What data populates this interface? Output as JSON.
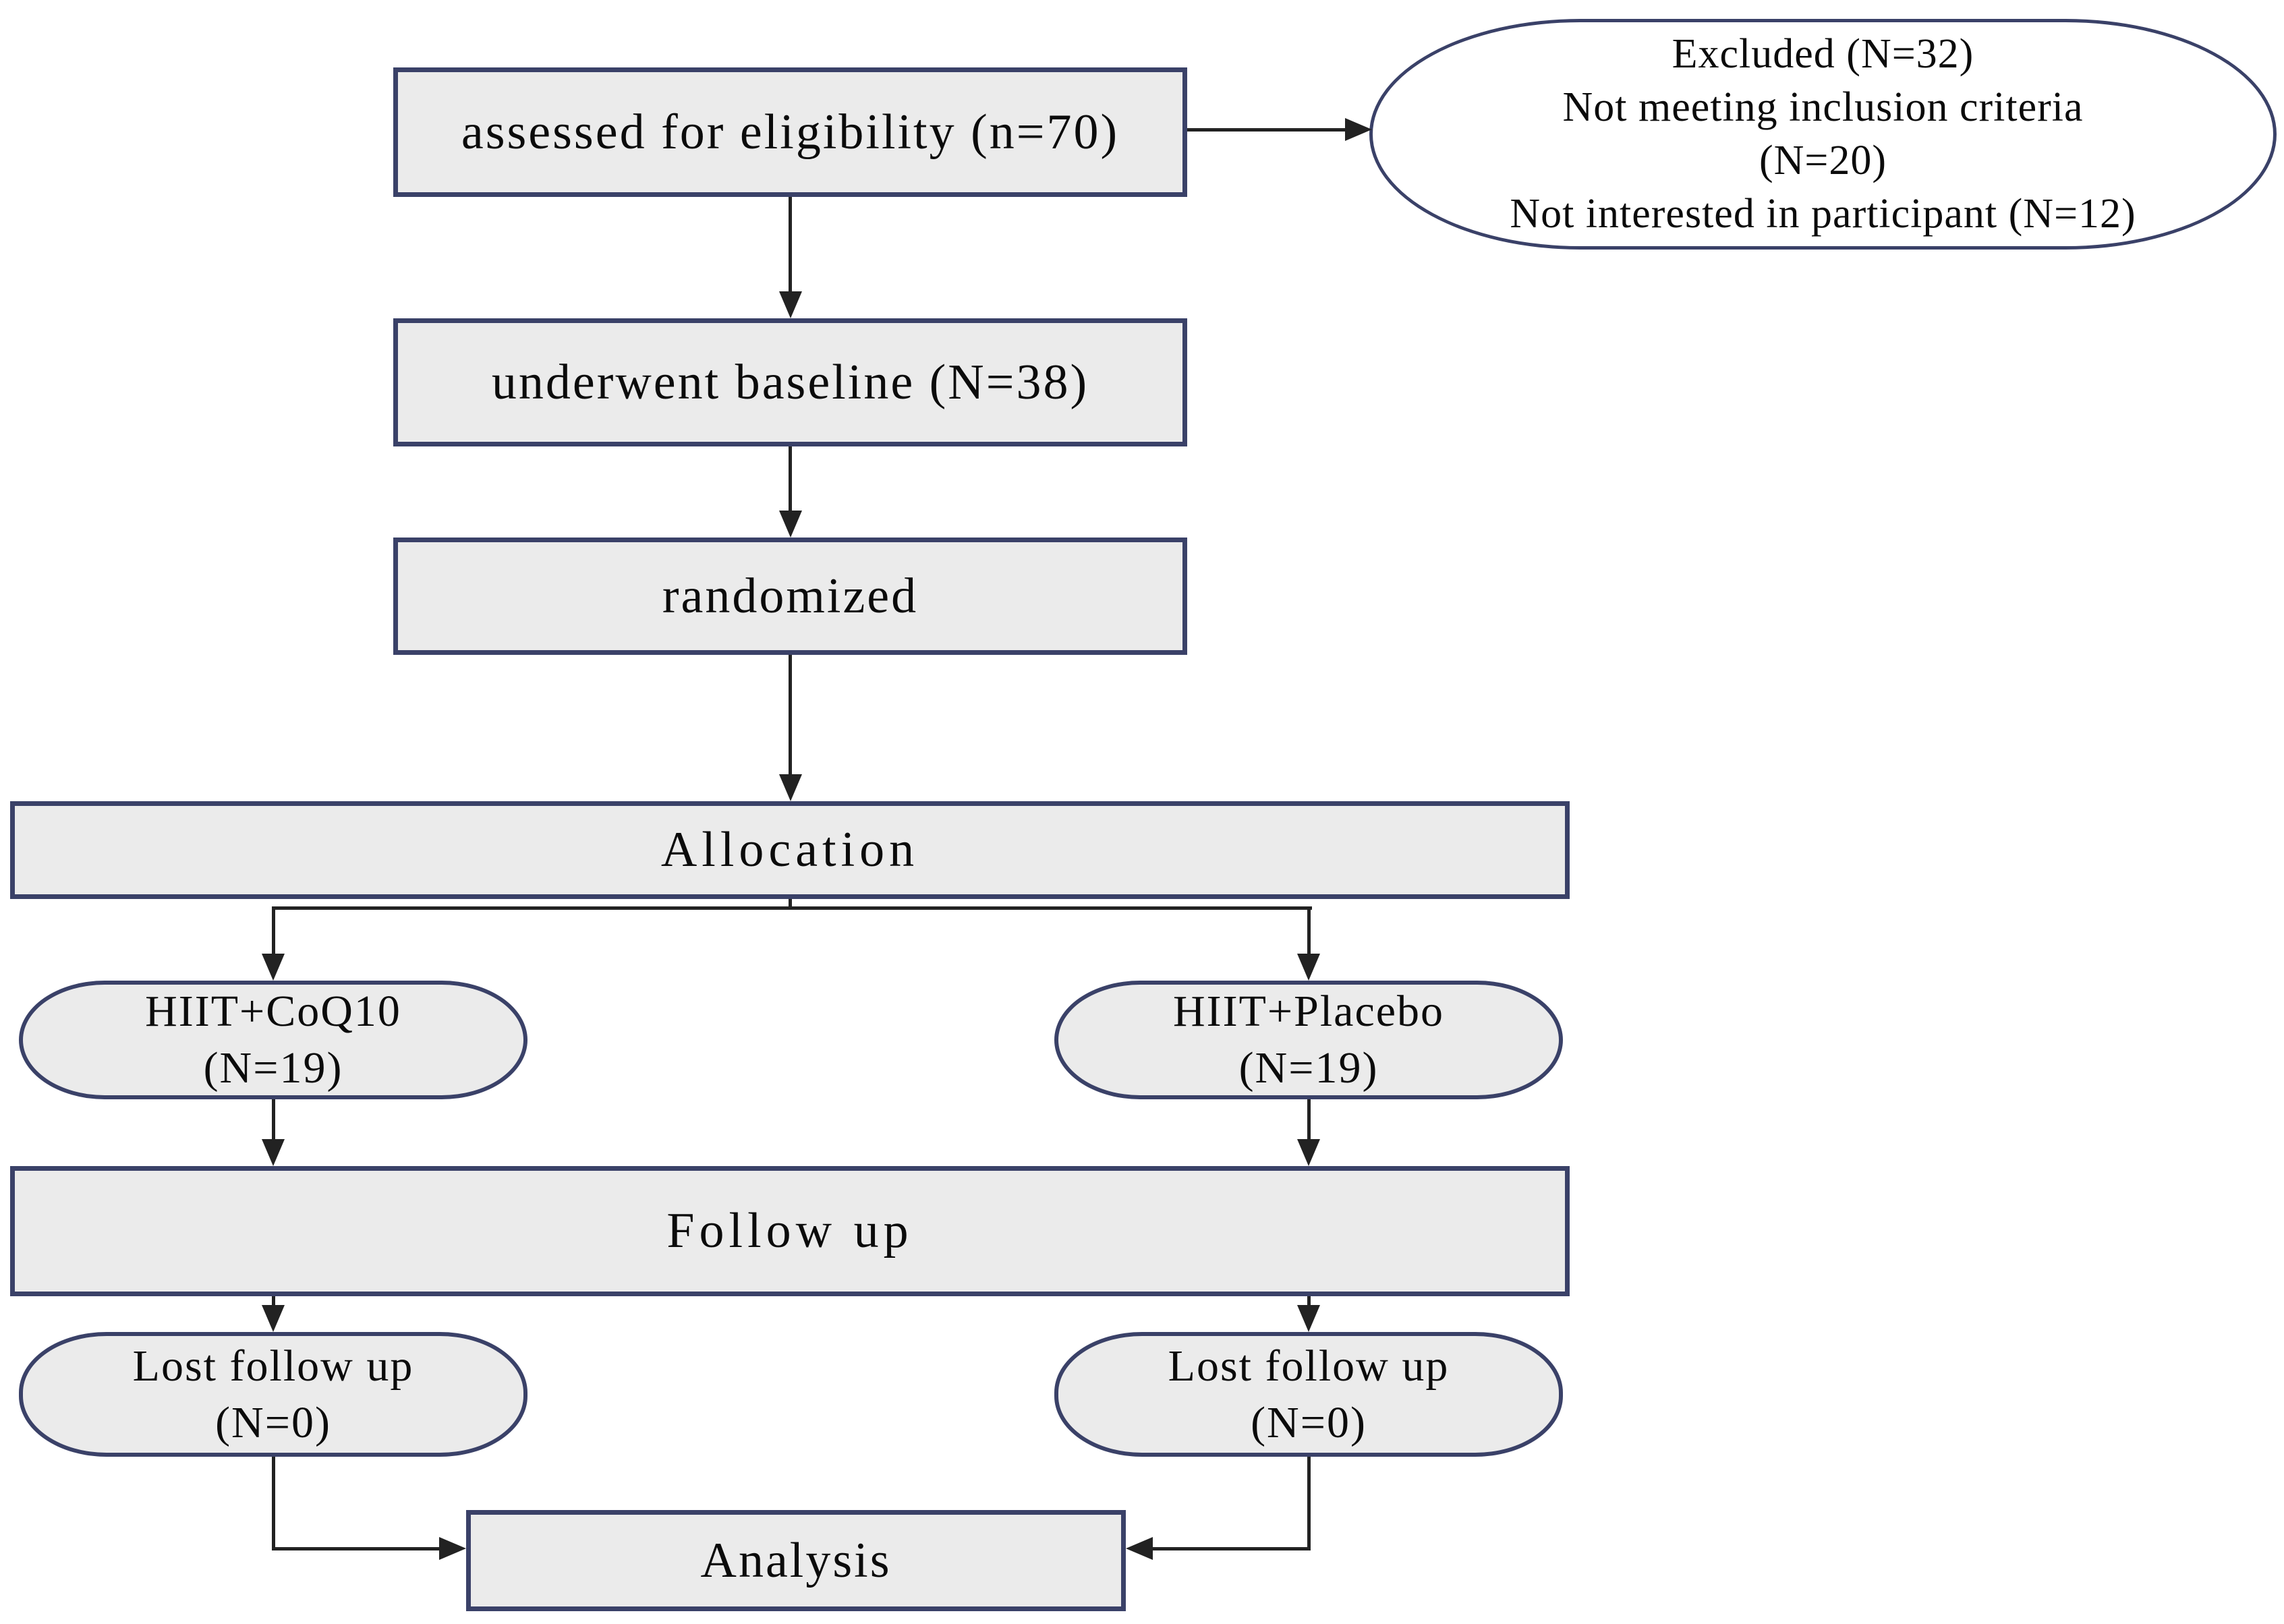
{
  "nodes": {
    "assessed": {
      "label": "assessed for eligibility (n=70)"
    },
    "excluded": {
      "line1": "Excluded (N=32)",
      "line2": "Not meeting inclusion criteria",
      "line3": "(N=20)",
      "line4": "Not interested in participant (N=12)"
    },
    "baseline": {
      "label": "underwent baseline (N=38)"
    },
    "randomized": {
      "label": "randomized"
    },
    "allocation": {
      "label": "Allocation"
    },
    "coq10": {
      "line1": "HIIT+CoQ10",
      "line2": "(N=19)"
    },
    "placebo": {
      "line1": "HIIT+Placebo",
      "line2": "(N=19)"
    },
    "followup": {
      "label": "Follow up"
    },
    "lost_left": {
      "line1": "Lost follow up",
      "line2": "(N=0)"
    },
    "lost_right": {
      "line1": "Lost follow up",
      "line2": "(N=0)"
    },
    "analysis": {
      "label": "Analysis"
    }
  },
  "colors": {
    "node_fill": "#ebebeb",
    "node_border": "#3a4168",
    "ellipse_fill": "#ffffff",
    "arrow": "#222222",
    "text": "#0b0b0b",
    "background": "#ffffff"
  }
}
